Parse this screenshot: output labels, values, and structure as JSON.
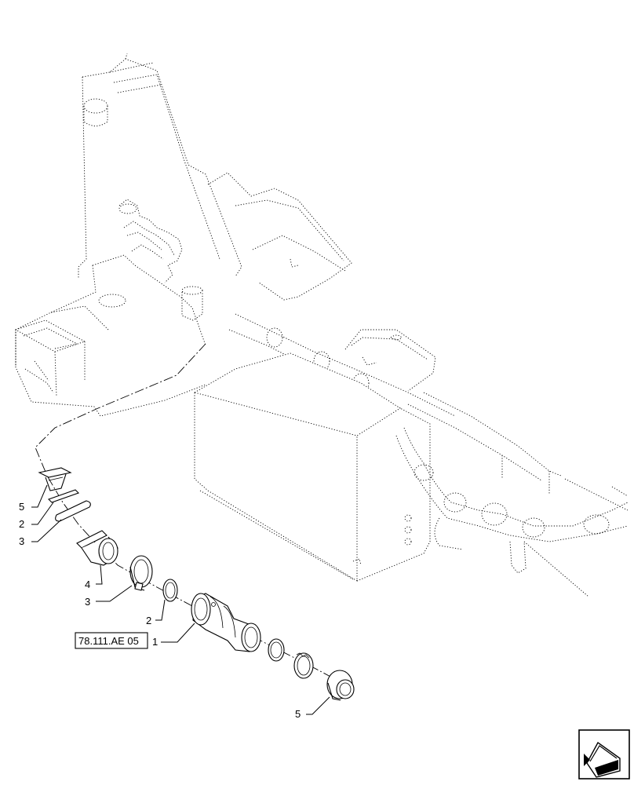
{
  "callouts": {
    "top_5": "5",
    "top_2": "2",
    "top_3": "3",
    "mid_4": "4",
    "mid_3": "3",
    "mid_2": "2",
    "main_1": "1",
    "bottom_5": "5"
  },
  "reference": {
    "code": "78.111.AE 05"
  },
  "nav_icon": "previous-page-icon"
}
